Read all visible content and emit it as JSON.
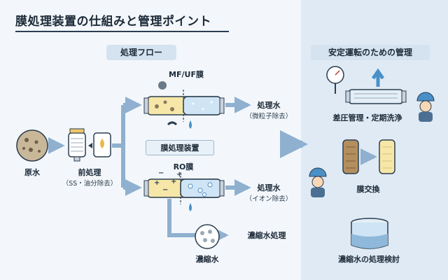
{
  "title": "膜処理装置の仕組みと管理ポイント",
  "flow_header": "処理フロー",
  "mgmt_header": "安定運転のための管理",
  "nodes": {
    "raw": "原水",
    "pre": "前処理",
    "pre_sub": "（SS・油分除去）",
    "mfuf": "MF/UF膜",
    "device": "膜処理装置",
    "ro": "RO膜",
    "out1": "処理水",
    "out1_sub": "（微粒子除去）",
    "out2": "処理水",
    "out2_sub": "（イオン除去）",
    "conc_treat": "濃縮水処理",
    "conc": "濃縮水"
  },
  "management": [
    "差圧管理・定期洗浄",
    "膜交換",
    "濃縮水の処理検討"
  ],
  "ion_marks": [
    "+",
    "−",
    "+",
    "−",
    "+"
  ],
  "colors": {
    "accent": "#4a90c8",
    "arrow": "#6e9fc9",
    "panel": "#dfeaf4",
    "ink": "#2c3e50"
  }
}
